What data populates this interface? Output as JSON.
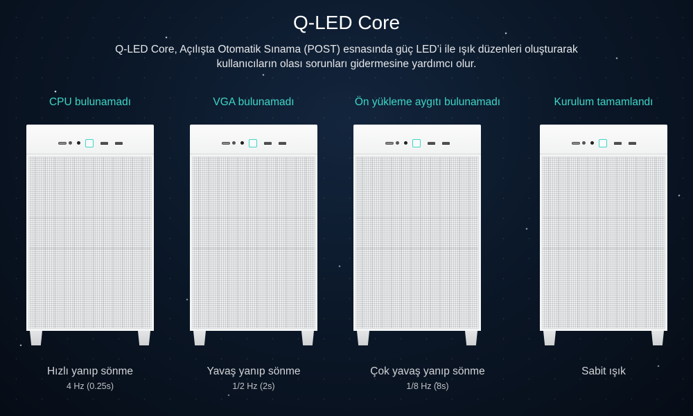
{
  "title": "Q-LED Core",
  "description": [
    "Q-LED Core, Açılışta Otomatik Sınama (POST) esnasında güç LED’i ile ışık düzenleri oluşturarak",
    "kullanıcıların olası sorunları gidermesine yardımcı olur."
  ],
  "accent_color": "#3ed6c6",
  "columns": [
    {
      "heading": "CPU bulunamadı",
      "pattern": "Hızlı yanıp sönme",
      "frequency": "4 Hz (0.25s)"
    },
    {
      "heading": "VGA bulunamadı",
      "pattern": "Yavaş yanıp sönme",
      "frequency": "1/2 Hz (2s)"
    },
    {
      "heading": "Ön yükleme aygıtı bulunamadı",
      "pattern": "Çok yavaş yanıp sönme",
      "frequency": "1/8 Hz (8s)"
    },
    {
      "heading": "Kurulum tamamlandı",
      "pattern": "Sabit ışık"
    }
  ]
}
